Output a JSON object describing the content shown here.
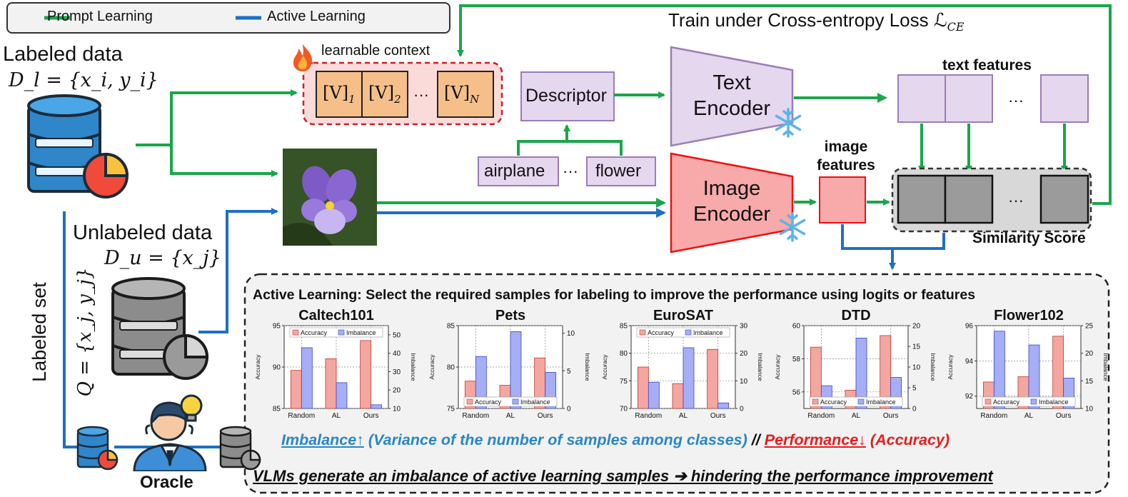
{
  "legend": {
    "prompt_learning": "Prompt Learning",
    "active_learning": "Active Learning"
  },
  "colors": {
    "prompt_green": "#1aa64a",
    "active_blue": "#1f6fc2",
    "accuracy_fill": "#f4a6a0",
    "imbalance_fill": "#a6aef5",
    "performance_red": "#e41e1e",
    "imbalance_blue": "#2a86c8"
  },
  "top_label": "Train under Cross-entropy Loss ℒ",
  "top_label_sub": "CE",
  "labeled": {
    "title": "Labeled data",
    "formula": "D_l = {x_i, y_i}"
  },
  "unlabeled": {
    "title": "Unlabeled data",
    "formula": "D_u = {x_j}"
  },
  "labeled_set": {
    "title": "Labeled set",
    "formula": "Q = {x_j, y_j}"
  },
  "oracle": "Oracle",
  "learnable_context": {
    "label": "learnable context",
    "tokens": [
      "[V]",
      "[V]",
      "[V]"
    ],
    "subscripts": [
      "1",
      "2",
      "N"
    ],
    "ellipsis": "···"
  },
  "descriptor": "Descriptor",
  "classes": {
    "first": "airplane",
    "ellipsis": "···",
    "last": "flower"
  },
  "text_encoder": {
    "line1": "Text",
    "line2": "Encoder"
  },
  "image_encoder": {
    "line1": "Image",
    "line2": "Encoder"
  },
  "text_features": "text features",
  "image_features": {
    "line1": "image",
    "line2": "features"
  },
  "features_ellipsis": "···",
  "similarity_score": "Similarity Score",
  "icons": {
    "fire": "fire-icon",
    "snowflake": "snowflake-icon",
    "database": "database-icon",
    "lightbulb": "lightbulb-icon",
    "person": "oracle-person-icon"
  },
  "panel": {
    "title": "Active Learning: Select the required samples for labeling to improve the performance using logits or features",
    "bottom_imbalance": "Imbalance↑",
    "bottom_imbalance_desc": "(Variance of the number of samples among classes)",
    "bottom_sep": "//",
    "bottom_performance": "Performance↓",
    "bottom_performance_desc": "(Accuracy)",
    "conclusion": "VLMs generate an imbalance of active learning samples ➔ hindering the performance improvement"
  },
  "chart_data": [
    {
      "type": "bar",
      "title": "Caltech101",
      "categories": [
        "Random",
        "AL",
        "Ours"
      ],
      "series": [
        {
          "name": "Accuracy",
          "axis": "left",
          "values": [
            89.6,
            91.0,
            93.2
          ]
        },
        {
          "name": "Imbalance",
          "axis": "right",
          "values": [
            43,
            24,
            12
          ]
        }
      ],
      "ylabel": "Accuracy",
      "y2label": "Imbalance",
      "ylim": [
        85,
        95
      ],
      "y2lim": [
        10,
        55
      ],
      "yticks": [
        85,
        90,
        95
      ],
      "y2ticks": [
        10,
        20,
        30,
        40,
        50
      ],
      "legend_position": "top"
    },
    {
      "type": "bar",
      "title": "Pets",
      "categories": [
        "Random",
        "AL",
        "Ours"
      ],
      "series": [
        {
          "name": "Accuracy",
          "axis": "left",
          "values": [
            78.3,
            77.8,
            81.1
          ]
        },
        {
          "name": "Imbalance",
          "axis": "right",
          "values": [
            6.9,
            10.2,
            4.8
          ]
        }
      ],
      "ylabel": "Accuracy",
      "y2label": "Imbalance",
      "ylim": [
        75,
        85
      ],
      "y2lim": [
        0,
        11
      ],
      "yticks": [
        75,
        80,
        85
      ],
      "y2ticks": [
        0,
        5,
        10
      ],
      "legend_position": "bottom"
    },
    {
      "type": "bar",
      "title": "EuroSAT",
      "categories": [
        "Random",
        "AL",
        "Ours"
      ],
      "series": [
        {
          "name": "Accuracy",
          "axis": "left",
          "values": [
            77.5,
            74.5,
            80.7
          ]
        },
        {
          "name": "Imbalance",
          "axis": "right",
          "values": [
            9.5,
            22,
            2
          ]
        }
      ],
      "ylabel": "Accuracy",
      "y2label": "Imbalance",
      "ylim": [
        70,
        85
      ],
      "y2lim": [
        0,
        30
      ],
      "yticks": [
        70,
        75,
        80,
        85
      ],
      "y2ticks": [
        0,
        10,
        20,
        30
      ],
      "legend_position": "top"
    },
    {
      "type": "bar",
      "title": "DTD",
      "categories": [
        "Random",
        "AL",
        "Ours"
      ],
      "series": [
        {
          "name": "Accuracy",
          "axis": "left",
          "values": [
            58.7,
            56.1,
            59.4
          ]
        },
        {
          "name": "Imbalance",
          "axis": "right",
          "values": [
            5.5,
            17,
            7.5
          ]
        }
      ],
      "ylabel": "Accuracy",
      "y2label": "Imbalance",
      "ylim": [
        55,
        60
      ],
      "y2lim": [
        0,
        20
      ],
      "yticks": [
        56,
        58,
        60
      ],
      "y2ticks": [
        0,
        5,
        10,
        15,
        20
      ],
      "legend_position": "bottom"
    },
    {
      "type": "bar",
      "title": "Flower102",
      "categories": [
        "Random",
        "AL",
        "Ours"
      ],
      "series": [
        {
          "name": "Accuracy",
          "axis": "left",
          "values": [
            92.8,
            93.1,
            95.4
          ]
        },
        {
          "name": "Imbalance",
          "axis": "right",
          "values": [
            24,
            21.5,
            15.5
          ]
        }
      ],
      "ylabel": "Accuracy",
      "y2label": "Imbalance",
      "ylim": [
        91.3,
        96
      ],
      "y2lim": [
        10,
        25
      ],
      "yticks": [
        92,
        94,
        96
      ],
      "y2ticks": [
        10,
        15,
        20,
        25
      ],
      "legend_position": "bottom"
    }
  ]
}
